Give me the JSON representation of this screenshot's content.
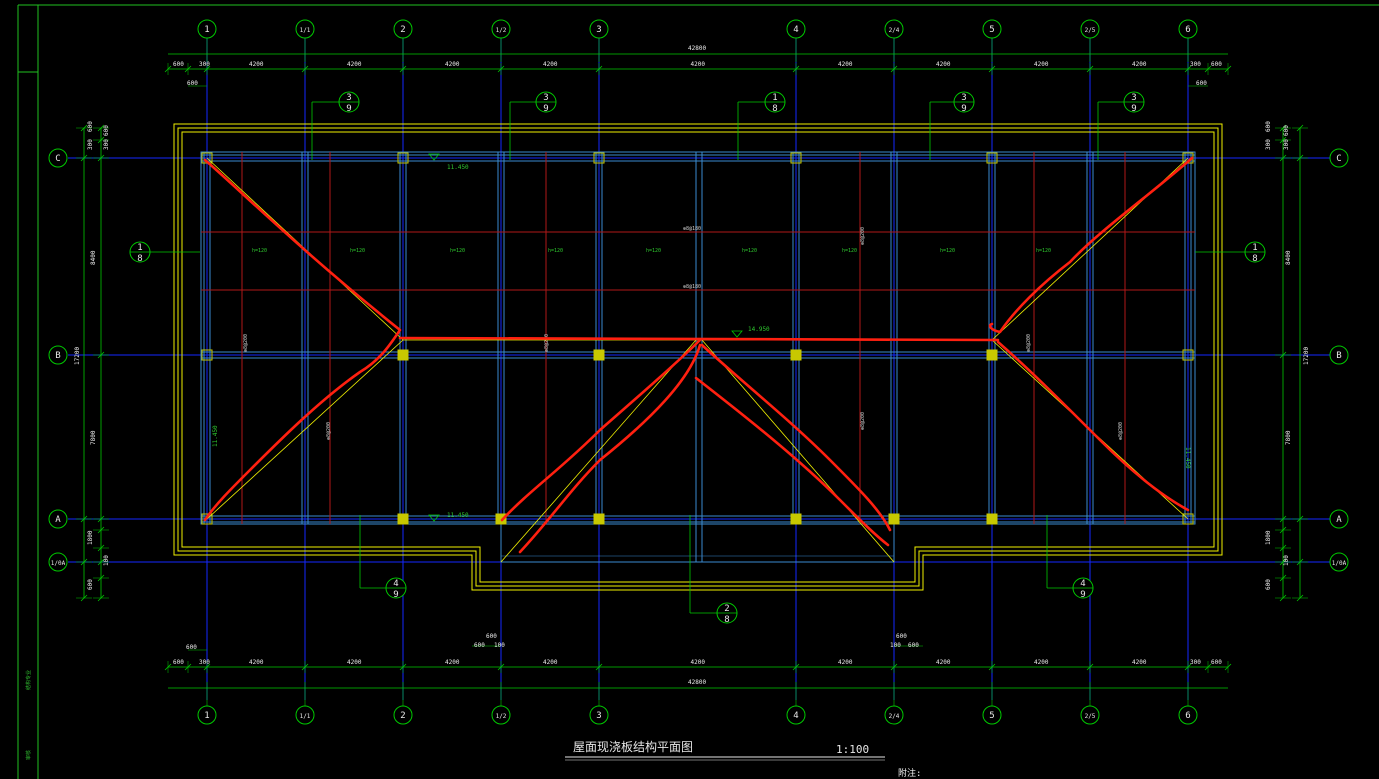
{
  "drawing": {
    "title": "屋面现浇板结构平面图",
    "scale": "1:100",
    "note": "附注:"
  },
  "grid_axes_top": [
    "1",
    "1/1",
    "2",
    "1/2",
    "3",
    "4",
    "2/4",
    "5",
    "2/5",
    "6"
  ],
  "grid_axes_bottom": [
    "1",
    "1/1",
    "2",
    "1/2",
    "3",
    "4",
    "2/4",
    "5",
    "2/5",
    "6"
  ],
  "grid_axes_left": [
    "C",
    "B",
    "A",
    "1/0A"
  ],
  "grid_axes_right": [
    "C",
    "B",
    "A",
    "1/0A"
  ],
  "dimensions": {
    "overall_top": "42800",
    "overall_bottom": "42800",
    "bay": "4200",
    "edge_600": "600",
    "edge_300": "300",
    "left_total": "17200",
    "left_upper": "8400",
    "left_lower": "7800",
    "left_small": [
      "600",
      "300",
      "300",
      "600",
      "1800",
      "100",
      "600"
    ],
    "right_total": "17200",
    "right_upper": "8400",
    "right_lower": "7800",
    "bottom_small": [
      "600",
      "600",
      "100",
      "600",
      "100"
    ]
  },
  "elevations": {
    "ridge": "14.950",
    "eave_top": "11.450",
    "eave_bottom": "11.450",
    "eave_left": "11.450",
    "eave_right": "11.450"
  },
  "slab_labels": [
    "h=120",
    "h=120",
    "h=120",
    "h=120",
    "h=120",
    "h=120",
    "h=120",
    "h=120",
    "h=120"
  ],
  "rebar_labels": [
    "⊕8@180",
    "⊕8@180",
    "⊕8@200",
    "⊕8@200",
    "⊕8@200",
    "⊕8@200",
    "⊕8@200",
    "⊕8@200",
    "⊕8@200"
  ],
  "section_marks": [
    {
      "num": "3",
      "sheet": "9"
    },
    {
      "num": "3",
      "sheet": "9"
    },
    {
      "num": "1",
      "sheet": "8"
    },
    {
      "num": "3",
      "sheet": "9"
    },
    {
      "num": "3",
      "sheet": "9"
    },
    {
      "num": "1",
      "sheet": "8"
    },
    {
      "num": "1",
      "sheet": "8"
    },
    {
      "num": "4",
      "sheet": "9"
    },
    {
      "num": "2",
      "sheet": "8"
    },
    {
      "num": "4",
      "sheet": "9"
    }
  ],
  "side_strip": [
    "审核",
    "结构专业"
  ],
  "colors": {
    "background": "#000000",
    "dimension": "#00c800",
    "grid_blue": "#1428ff",
    "beam_cyan": "#3a8ad0",
    "ridge_red": "#ff2010",
    "rebar_red": "#b01818",
    "outline_yellow": "#f0f000",
    "column": "#c8c800"
  }
}
